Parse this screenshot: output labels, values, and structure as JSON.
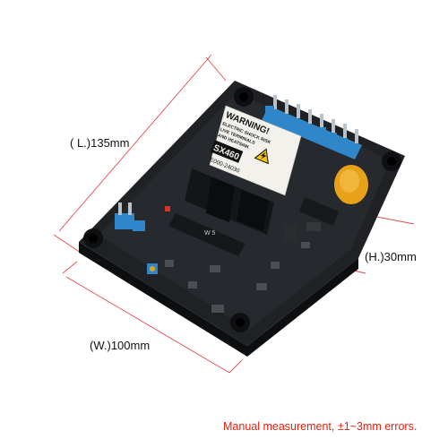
{
  "dimensions": {
    "length": "( L.)135mm",
    "height": "(H.)30mm",
    "width": "(W.)100mm"
  },
  "note": "Manual measurement,  ±1~3mm errors.",
  "product_label": {
    "warning": "WARNING!",
    "line1": "ELECTRIC SHOCK RISK",
    "line2": "LIVE TERMINALS",
    "line3": "AND HEATSINK",
    "model": "SX460",
    "part_number": "E000-24030"
  },
  "colors": {
    "dimension_line": "#e5484d",
    "note_text": "#e8200e",
    "board": "#1f2124",
    "board_edge": "#0d0e10",
    "connector_blue": "#2f86c9",
    "label_paper": "#f2f1ec",
    "warning_yellow": "#f5c400",
    "capacitor_yellow": "#e8a21a"
  },
  "icons": {
    "hazard": "high-voltage-warning-icon"
  }
}
